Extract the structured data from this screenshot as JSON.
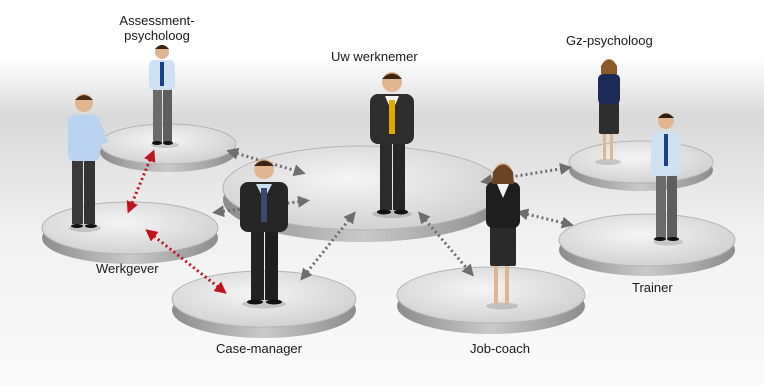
{
  "diagram": {
    "roles": {
      "werknemer": "Uw werknemer",
      "assessment_line1": "Assessment-",
      "assessment_line2": "psycholoog",
      "gz": "Gz-psycholoog",
      "werkgever": "Werkgever",
      "casemanager": "Case-manager",
      "jobcoach": "Job-coach",
      "trainer": "Trainer"
    },
    "colors": {
      "platform_top": "#e3e3e3",
      "platform_side": "#9e9e9e",
      "arrow_primary": "#c0121e",
      "arrow_secondary": "#6e6e6e",
      "tie_accent": "#e0a800",
      "shirt_blue": "#cfe0f3"
    },
    "icons": [
      "person-figure-icon",
      "double-arrow-icon"
    ]
  }
}
